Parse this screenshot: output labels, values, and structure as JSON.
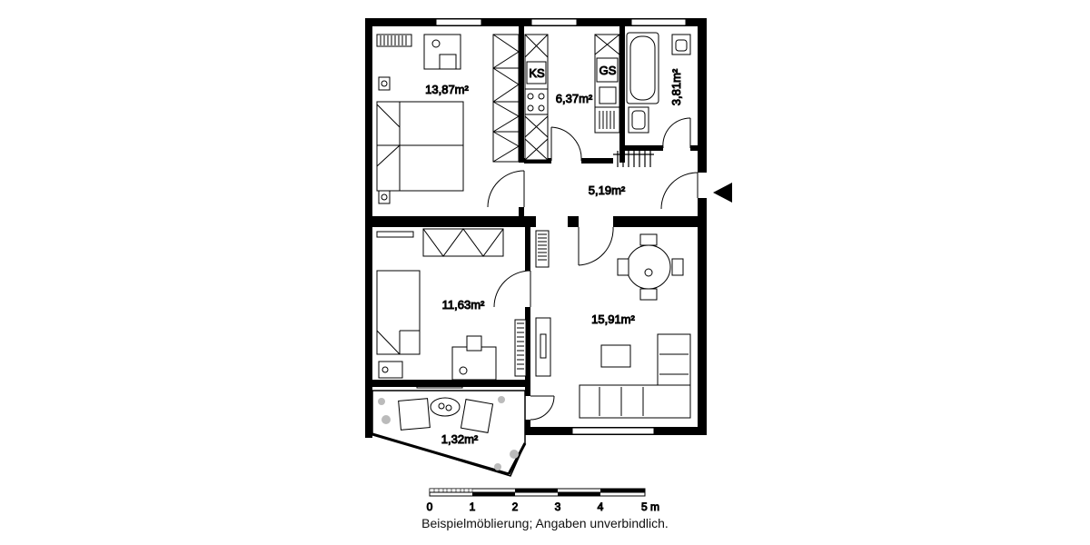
{
  "rooms": [
    {
      "id": "bedroom",
      "area": "13,87m²"
    },
    {
      "id": "kitchen",
      "area": "6,37m²"
    },
    {
      "id": "bathroom",
      "area": "3,81m²"
    },
    {
      "id": "hallway",
      "area": "5,19m²"
    },
    {
      "id": "childroom",
      "area": "11,63m²"
    },
    {
      "id": "living",
      "area": "15,91m²"
    },
    {
      "id": "balcony",
      "area": "1,32m²"
    }
  ],
  "appliances": {
    "fridge": "KS",
    "dishwasher": "GS"
  },
  "scale": {
    "ticks": [
      "0",
      "1",
      "2",
      "3",
      "4",
      "5 m"
    ]
  },
  "disclaimer": "Beispielmöblierung; Angaben unverbindlich.",
  "colors": {
    "wall": "#000000",
    "background": "#ffffff",
    "plant": "#b8b8b8"
  }
}
